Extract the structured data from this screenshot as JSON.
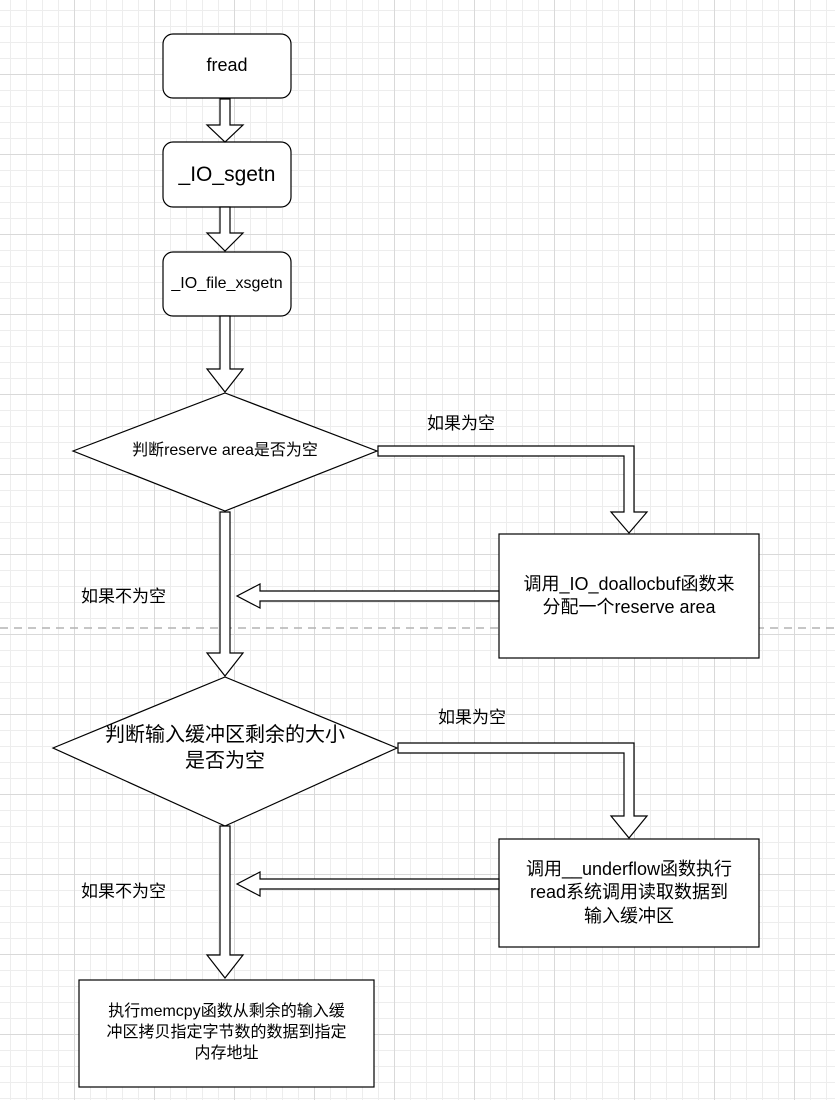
{
  "nodes": {
    "fread": "fread",
    "io_sgetn": "_IO_sgetn",
    "io_file_xsgetn": "_IO_file_xsgetn",
    "decision_reserve": "判断reserve area是否为空",
    "alloc_reserve": "调用_IO_doallocbuf函数来\n分配一个reserve area",
    "decision_buffer": "判断输入缓冲区剩余的大小\n是否为空",
    "underflow": "调用__underflow函数执行\nread系统调用读取数据到\n输入缓冲区",
    "memcpy": "执行memcpy函数从剩余的输入缓\n冲区拷贝指定字节数的数据到指定\n内存地址"
  },
  "edge_labels": {
    "reserve_empty": "如果为空",
    "reserve_not_empty": "如果不为空",
    "buffer_empty": "如果为空",
    "buffer_not_empty": "如果不为空"
  }
}
